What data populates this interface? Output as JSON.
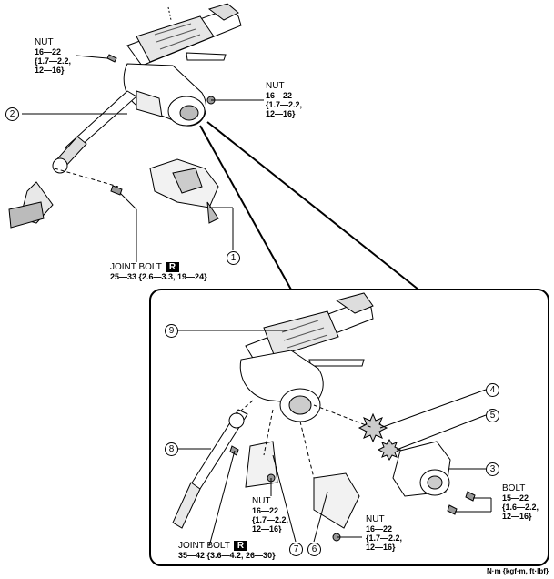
{
  "callouts": [
    "1",
    "2",
    "3",
    "4",
    "5",
    "6",
    "7",
    "8",
    "9"
  ],
  "nut_top_left": {
    "title": "NUT",
    "lines": [
      "16—22",
      "{1.7—2.2,",
      "12—16}"
    ]
  },
  "nut_top_right": {
    "title": "NUT",
    "lines": [
      "16—22",
      "{1.7—2.2,",
      "12—16}"
    ]
  },
  "joint_bolt_top": {
    "title": "JOINT BOLT",
    "badge": "R",
    "spec": "25—33 {2.6—3.3, 19—24}"
  },
  "nut_detail_mid": {
    "title": "NUT",
    "lines": [
      "16—22",
      "{1.7—2.2,",
      "12—16}"
    ]
  },
  "nut_detail_right": {
    "title": "NUT",
    "lines": [
      "16—22",
      "{1.7—2.2,",
      "12—16}"
    ]
  },
  "bolt_detail": {
    "title": "BOLT",
    "lines": [
      "15—22",
      "{1.6—2.2,",
      "12—16}"
    ]
  },
  "joint_bolt_detail": {
    "title": "JOINT BOLT",
    "badge": "R",
    "spec": "35—42 {3.6—4.2, 26—30}"
  },
  "units": "N·m {kgf·m, ft·lbf}"
}
